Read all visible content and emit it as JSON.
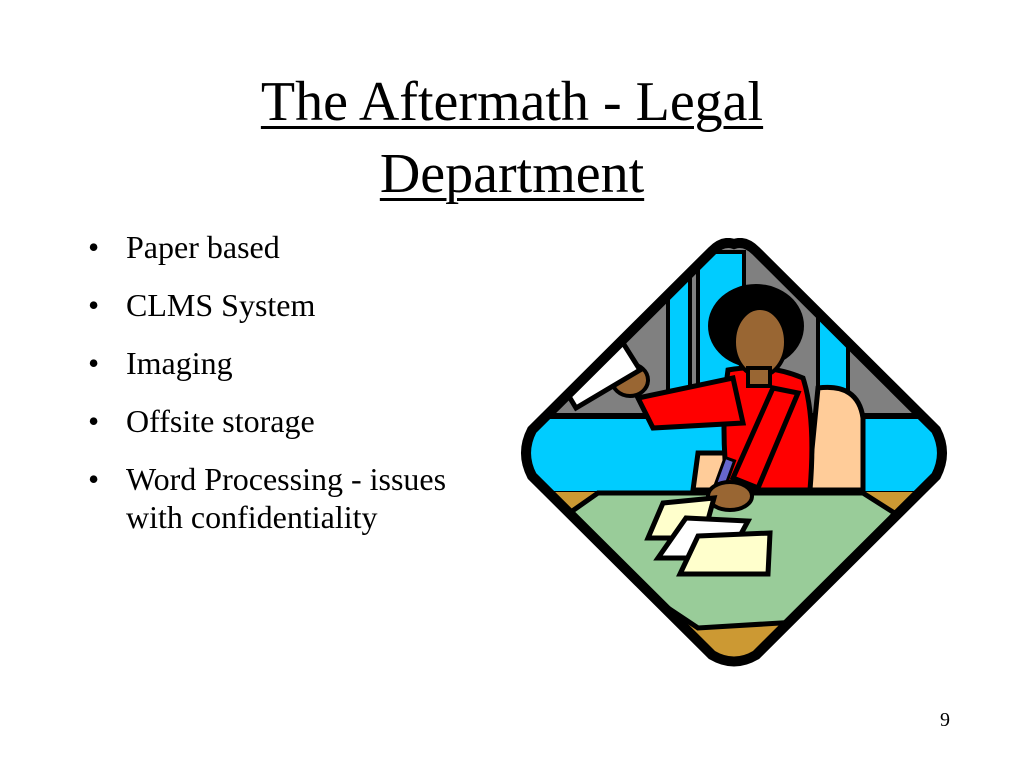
{
  "slide": {
    "title_line1": "The Aftermath - Legal",
    "title_line2": "Department",
    "bullets": [
      "Paper based",
      "CLMS System",
      "Imaging",
      "Offsite storage",
      "Word Processing - issues with confidentiality"
    ],
    "page_number": "9"
  },
  "clipart": {
    "subject": "woman-at-desk-with-papers-icon",
    "colors": {
      "outline": "#000000",
      "wall": "#808080",
      "window": "#00ccff",
      "desk": "#99cc99",
      "floor": "#cc9933",
      "shirt": "#ff0000",
      "skin": "#996633",
      "chair": "#ffcc99",
      "paper": "#ffffcc"
    }
  }
}
